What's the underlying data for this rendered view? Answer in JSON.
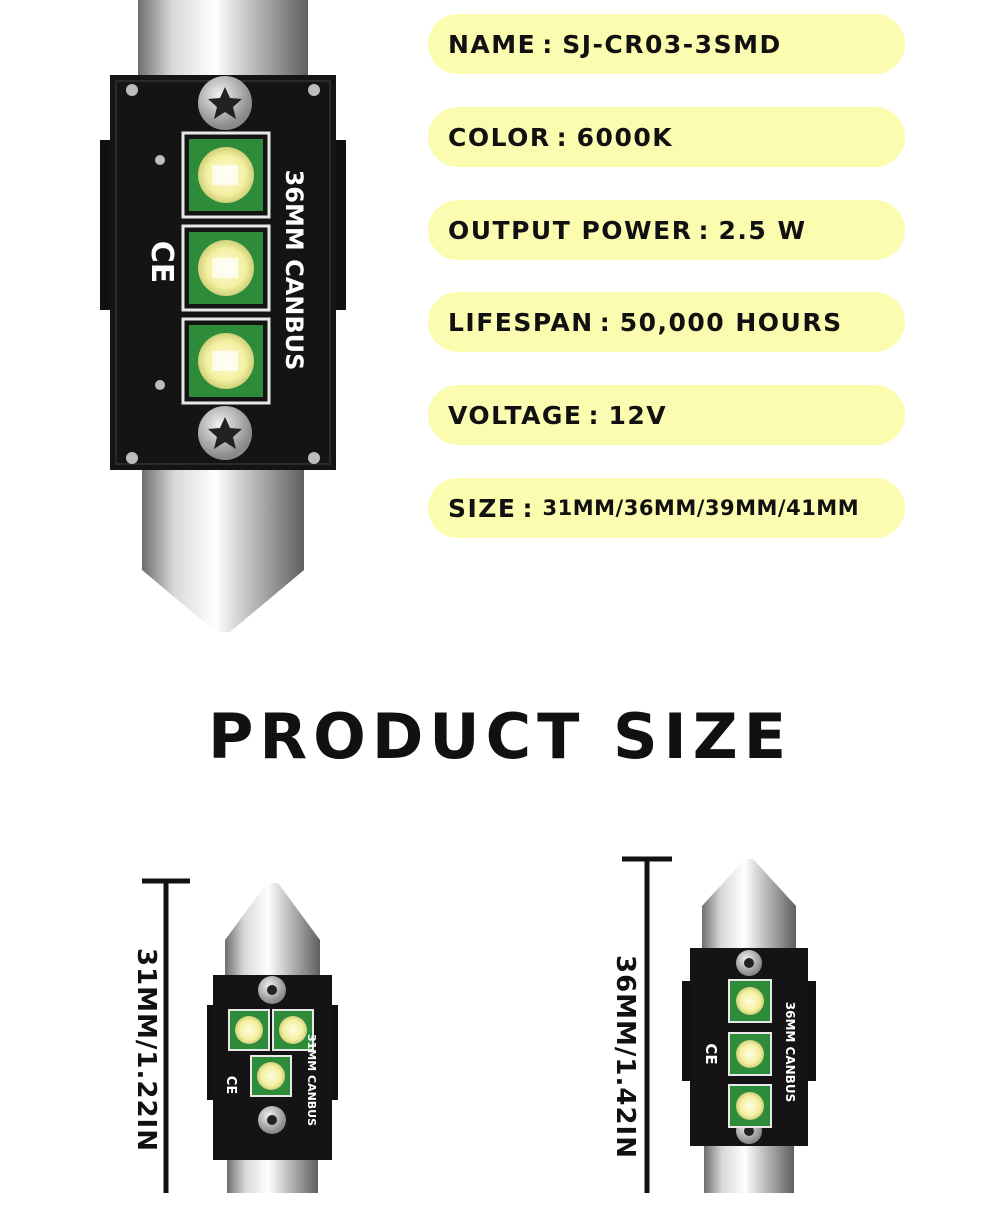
{
  "specs": [
    {
      "key": "NAME",
      "value": "SJ-CR03-3SMD"
    },
    {
      "key": "COLOR",
      "value": "6000K"
    },
    {
      "key": "OUTPUT POWER",
      "value": "2.5 W"
    },
    {
      "key": "LIFESPAN",
      "value": "50,000 HOURS"
    },
    {
      "key": "VOLTAGE",
      "value": "12V"
    },
    {
      "key": "SIZE",
      "value": "31MM/36MM/39MM/41MM"
    }
  ],
  "separator": ":",
  "section_title": "PRODUCT SIZE",
  "bulb_main": {
    "marking": "36MM CANBUS",
    "ce": "CE"
  },
  "bulb_31": {
    "dimension": "31MM/1.22IN",
    "marking": "31MM CANBUS",
    "ce": "CE"
  },
  "bulb_36": {
    "dimension": "36MM/1.42IN",
    "marking": "36MM CANBUS",
    "ce": "CE"
  },
  "colors": {
    "pill": "#fbfcb0",
    "pcb": "#141414",
    "led_pad": "#2e8b3a",
    "led": "#fff9b8",
    "text": "#111111"
  }
}
